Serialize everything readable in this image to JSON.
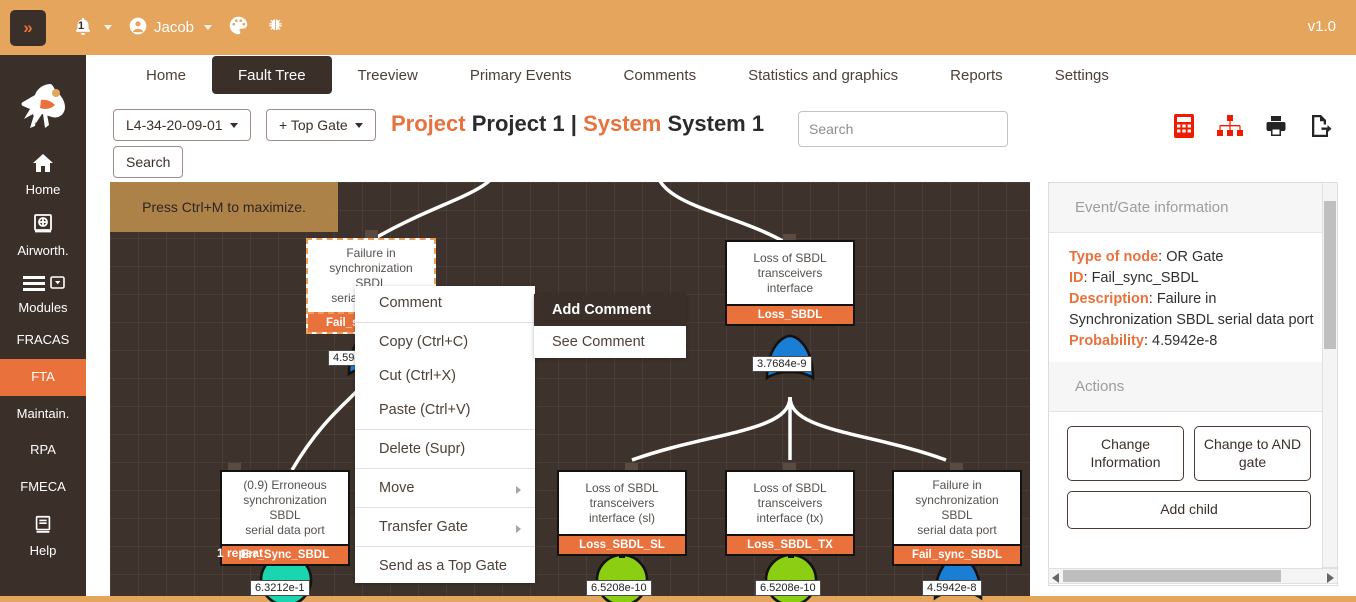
{
  "topbar": {
    "menu_toggle_icon": "double-chevron-right-icon",
    "notification_badge": "1",
    "notification_icon": "bell-icon",
    "user_name": "Jacob",
    "user_icon": "user-circle-icon",
    "theme_icon": "palette-icon",
    "bug_icon": "bug-icon",
    "version": "v1.0",
    "accent": "#e5a55c"
  },
  "sidebar": {
    "logo_name": "bird-logo",
    "items": [
      {
        "label": "Home",
        "icon": "home-icon",
        "active": false
      },
      {
        "label": "Airworth.",
        "icon": "book-globe-icon",
        "active": false
      },
      {
        "label": "Modules",
        "icon": "hamburger-dropdown-icon",
        "active": false
      },
      {
        "label": "FRACAS",
        "icon": "",
        "active": false
      },
      {
        "label": "FTA",
        "icon": "",
        "active": true
      },
      {
        "label": "Maintain.",
        "icon": "",
        "active": false
      },
      {
        "label": "RPA",
        "icon": "",
        "active": false
      },
      {
        "label": "FMECA",
        "icon": "",
        "active": false
      },
      {
        "label": "Help",
        "icon": "manual-book-icon",
        "active": false
      }
    ],
    "active_color": "#e8713c",
    "bg": "#3b2f2a"
  },
  "nav": {
    "tabs": [
      {
        "label": "Home",
        "active": false
      },
      {
        "label": "Fault Tree",
        "active": true
      },
      {
        "label": "Treeview",
        "active": false
      },
      {
        "label": "Primary Events",
        "active": false
      },
      {
        "label": "Comments",
        "active": false
      },
      {
        "label": "Statistics and graphics",
        "active": false
      },
      {
        "label": "Reports",
        "active": false
      },
      {
        "label": "Settings",
        "active": false
      }
    ]
  },
  "toolbar": {
    "part_dropdown": "L4-34-20-09-01",
    "top_gate_dropdown": "+ Top Gate",
    "search_button": "Search",
    "title_project_label": "Project",
    "title_project_value": "Project 1",
    "title_separator": "|",
    "title_system_label": "System",
    "title_system_value": "System 1",
    "search_placeholder": "Search",
    "search_value": "",
    "icons": [
      {
        "name": "calculator-icon",
        "color": "#f01a00"
      },
      {
        "name": "sitemap-icon",
        "color": "#f01a00"
      },
      {
        "name": "printer-icon",
        "color": "#252525"
      },
      {
        "name": "export-file-icon",
        "color": "#252525"
      }
    ]
  },
  "canvas": {
    "maximize_hint": "Press Ctrl+M to maximize.",
    "background": "#3e322c",
    "nodes": [
      {
        "id": "Fail_sync_SBDL",
        "description": "Failure in\nsynchronization SBDL\nserial data port",
        "probability": "4.5942e-8",
        "gate_type": "or",
        "gate_color": "#1a7ed4",
        "selected": true,
        "repeat": ""
      },
      {
        "id": "Loss_SBDL",
        "description": "Loss of SBDL\ntransceivers\ninterface",
        "probability": "3.7684e-9",
        "gate_type": "or",
        "gate_color": "#1a7ed4",
        "selected": false,
        "repeat": ""
      },
      {
        "id": "Err_Sync_SBDL",
        "description": "(0.9) Erroneous\nsynchronization SBDL\nserial data port",
        "probability": "6.3212e-1",
        "gate_type": "basic",
        "gate_color": "#1ad6b0",
        "selected": false,
        "repeat": "1 repeat"
      },
      {
        "id": "Loss_SBDL_SL",
        "description": "Loss of SBDL\ntransceivers\ninterface (sl)",
        "probability": "6.5208e-10",
        "gate_type": "basic",
        "gate_color": "#8cce12",
        "selected": false,
        "repeat": ""
      },
      {
        "id": "Loss_SBDL_TX",
        "description": "Loss of SBDL\ntransceivers\ninterface (tx)",
        "probability": "6.5208e-10",
        "gate_type": "basic",
        "gate_color": "#8cce12",
        "selected": false,
        "repeat": ""
      },
      {
        "id": "Fail_sync_SBDL",
        "description": "Failure in\nsynchronization SBDL\nserial data port",
        "probability": "4.5942e-8",
        "gate_type": "or",
        "gate_color": "#1a7ed4",
        "selected": false,
        "repeat": ""
      }
    ]
  },
  "context_menu": {
    "items": [
      {
        "label": "Comment",
        "submenu": true
      },
      {
        "label": "Copy (Ctrl+C)",
        "submenu": false
      },
      {
        "label": "Cut (Ctrl+X)",
        "submenu": false
      },
      {
        "label": "Paste (Ctrl+V)",
        "submenu": false
      },
      {
        "label": "Delete (Supr)",
        "submenu": false
      },
      {
        "label": "Move",
        "submenu": true
      },
      {
        "label": "Transfer Gate",
        "submenu": true
      },
      {
        "label": "Send as a Top Gate",
        "submenu": false
      }
    ],
    "submenu": {
      "items": [
        {
          "label": "Add Comment",
          "active": true
        },
        {
          "label": "See Comment",
          "active": false
        }
      ]
    }
  },
  "right_panel": {
    "info_header": "Event/Gate information",
    "fields": [
      {
        "label": "Type of node",
        "value": "OR Gate"
      },
      {
        "label": "ID",
        "value": "Fail_sync_SBDL"
      },
      {
        "label": "Description",
        "value": "Failure in Synchronization SBDL serial data port"
      },
      {
        "label": "Probability",
        "value": "4.5942e-8"
      }
    ],
    "actions_header": "Actions",
    "buttons": [
      {
        "label": "Change Information",
        "wide": false
      },
      {
        "label": "Change to AND gate",
        "wide": false
      },
      {
        "label": "Add child",
        "wide": true
      }
    ]
  }
}
